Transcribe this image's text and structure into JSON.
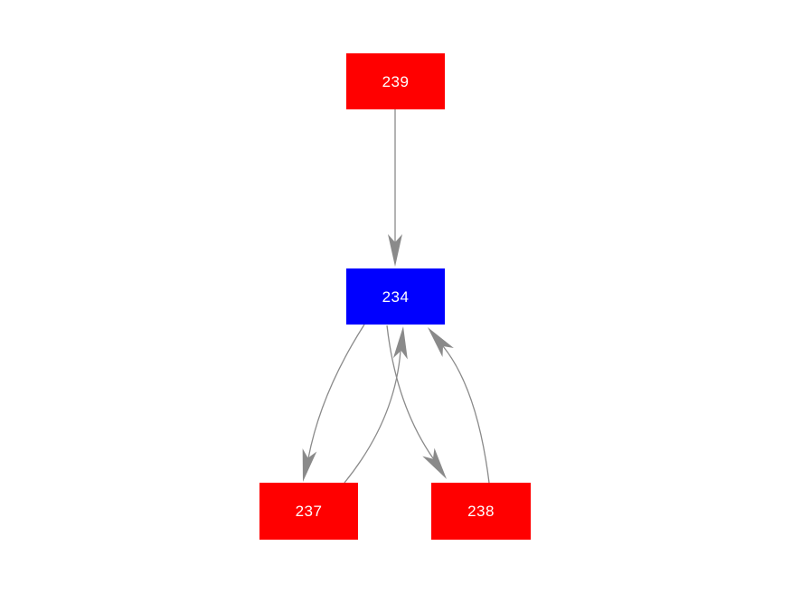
{
  "diagram": {
    "type": "directed-graph",
    "background_color": "#ffffff",
    "edge_color": "#8a8a8a",
    "node_text_color": "#ffffff",
    "nodes": [
      {
        "id": "239",
        "label": "239",
        "color": "#ff0000",
        "role": "root"
      },
      {
        "id": "234",
        "label": "234",
        "color": "#0000ff",
        "role": "hub"
      },
      {
        "id": "237",
        "label": "237",
        "color": "#ff0000",
        "role": "leaf"
      },
      {
        "id": "238",
        "label": "238",
        "color": "#ff0000",
        "role": "leaf"
      }
    ],
    "edges": [
      {
        "from": "239",
        "to": "234"
      },
      {
        "from": "234",
        "to": "237"
      },
      {
        "from": "237",
        "to": "234"
      },
      {
        "from": "234",
        "to": "238"
      },
      {
        "from": "238",
        "to": "234"
      }
    ]
  }
}
